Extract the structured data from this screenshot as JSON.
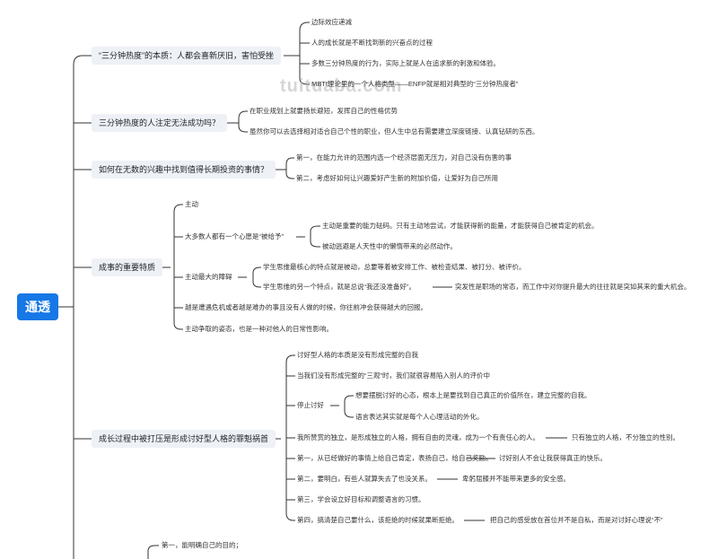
{
  "root": "通透",
  "watermark": "tuituaba.com",
  "branches": [
    {
      "label": "“三分钟热度”的本质：人都会喜新厌旧，害怕受挫",
      "items": [
        "边际效应递减",
        "人的成长就是不断找到新的兴奋点的过程",
        "多数三分钟热度的行为，实际上就是人在追求新的刺激和体验。",
        "MBTI理论里的一个人格类型——ENFP就是相对典型的“三分钟热度者”"
      ]
    },
    {
      "label": "三分钟热度的人注定无法成功吗？",
      "items": [
        "在职业规划上就要扬长避短，发挥自己的性格优势",
        "虽然你可以去选择相对适合自己个性的职业，但人生中总有需要建立深度链接、认真钻研的东西。"
      ]
    },
    {
      "label": "如何在无数的兴趣中找到值得长期投资的事情？",
      "items": [
        "第一，在能力允许的范围内选一个经济层面无压力，对自己没有伤害的事",
        "第二，考虑好如何让兴趣爱好产生新的附加价值，让爱好为自己所用"
      ]
    },
    {
      "label": "成事的重要特质",
      "items": {
        "a": "主动",
        "b": "大多数人都有一个心愿是“被给予”",
        "b1": "主动是重要的能力砝码。只有主动地尝试，才能获得新的能量，才能获得自己被肯定的机会。",
        "b2": "被动逃避是人天性中的懒惰带来的必然动作。",
        "c": "主动最大的障碍",
        "c1": "学生思维最核心的特点就是被动，总要等着被安排工作、被检查结果、被打分、被评价。",
        "c2": "学生思维的另一个特点，就是总说“我还没准备好”。",
        "c2a": "突发性是职场的常态，而工作中对你提升最大的往往就是突如其来的重大机会。",
        "d": "越是遭遇危机或者越是难办的事且没有人做的时候，你往前冲会获得越大的回报。",
        "e": "主动争取的姿态，也是一种对他人的日常性影响。"
      }
    },
    {
      "label": "成长过程中被打压是形成讨好型人格的罪魁祸首",
      "items": {
        "a": "讨好型人格的本质是没有形成完整的自我",
        "b": "当我们没有形成完整的“三观”时，我们就很容易陷入别人的评价中",
        "c": "停止讨好",
        "c1": "想要摆脱讨好的心态，根本上是要找到自己真正的价值所在，建立完整的自我。",
        "c2": "语言表达其实就是每个人心理活动的外化。",
        "d": "我所赞赏的独立，是形成独立的人格，拥有自由的灵魂，成为一个有责任心的人。",
        "d1": "只有独立的人格，不分独立的性别。",
        "e": "第一，从已经做好的事情上给自己肯定，表扬自己，给自己奖励。",
        "e1": "讨好别人不会让我获得真正的快乐。",
        "f": "第二，要明白，有些人就算失去了也没关系。",
        "f1": "卑躬屈膝并不能带来更多的安全感。",
        "g": "第三，学会设立好目标和调整语言的习惯。",
        "h": "第四，搞清楚自己要什么，该拒绝的时候就果断拒绝。",
        "h1": "把自己的感受放在首位并不是自私，而是对讨好心理说“不”"
      }
    },
    {
      "label": "",
      "items": [
        "第一，能明确自己的目的；"
      ]
    }
  ]
}
